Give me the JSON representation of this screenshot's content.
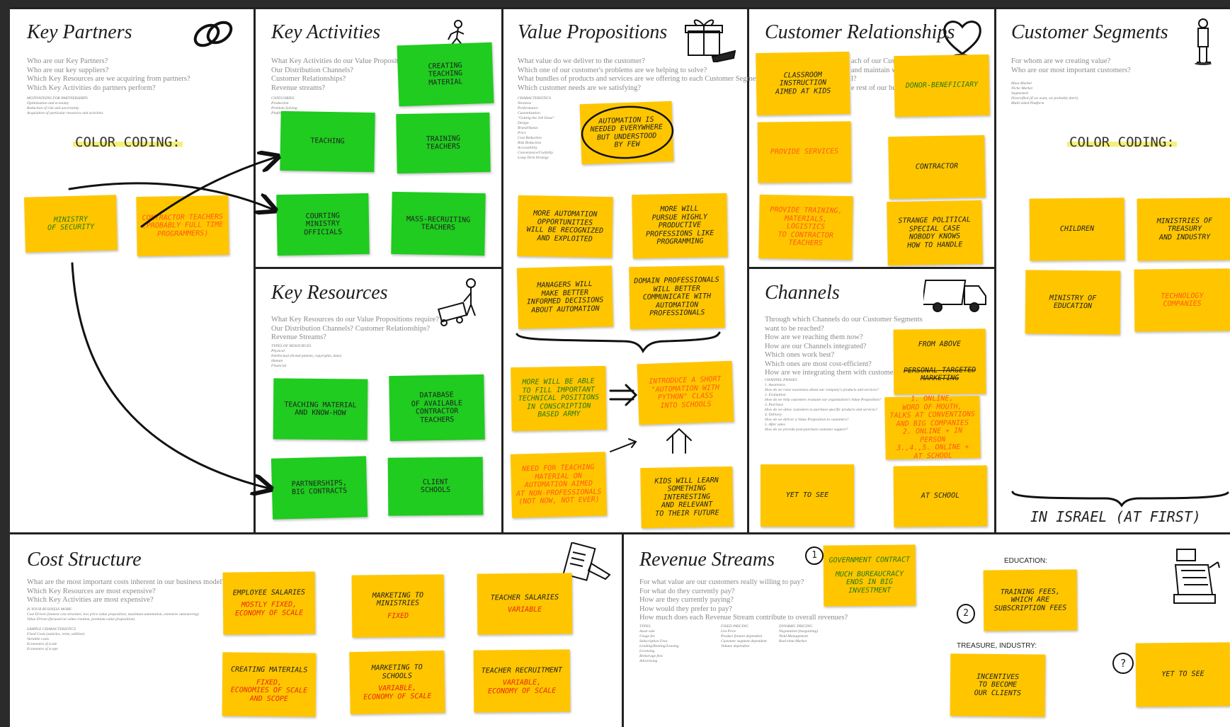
{
  "blocks": {
    "key_partners": {
      "title": "Key Partners",
      "questions": "Who are our Key Partners?\nWho are our key suppliers?\nWhich Key Resources are we acquiring from partners?\nWhich Key Activities do partners perform?",
      "small": "MOTIVATIONS FOR PARTNERSHIPS\nOptimization and economy\nReduction of risk and uncertainty\nAcquisition of particular resources and activities",
      "color_coding": "COLOR CODING:"
    },
    "key_activities": {
      "title": "Key Activities",
      "questions": "What Key Activities do our Value Propositions re\nOur Distribution Channels?\nCustomer Relationships?\nRevenue streams?",
      "small": "CATEGORIES\nProduction\nProblem Solving\nPlatform/Network"
    },
    "value_propositions": {
      "title": "Value Propositions",
      "questions": "What value do we deliver to the customer?\nWhich one of our customer's problems are we helping to solve?\nWhat bundles of products and services are we offering to each Customer Segment?\nWhich customer needs are we satisfying?",
      "small": "CHARACTERISTICS\nNewness\nPerformance\nCustomization\n\"Getting the Job Done\"\nDesign\nBrand/Status\nPrice\nCost Reduction\nRisk Reduction\nAccessibility\nConvenience/Usability\nLong-Term Strategy"
    },
    "customer_relationships": {
      "title": "Customer Relationships",
      "questions": "ach of our Customer\nand maintain wi\nl?\ne rest of our busi"
    },
    "customer_segments": {
      "title": "Customer Segments",
      "questions": "For whom are we creating value?\nWho are our most important customers?",
      "small": "Mass Market\nNiche Market\nSegmented\nDiversified    (if we want, we probably don't)\nMulti-sided Platform",
      "color_coding": "COLOR CODING:"
    },
    "key_resources": {
      "title": "Key Resources",
      "questions": "What Key Resources do our Value Propositions require?\nOur Distribution Channels? Customer Relationships?\nRevenue Streams?",
      "small": "TYPES OF RESOURCES\nPhysical\nIntellectual (brand patents, copyrights, data)\nHuman\nFinancial"
    },
    "channels": {
      "title": "Channels",
      "questions": "Through which Channels do our Customer Segments\nwant to be reached?\nHow are we reaching them now?\nHow are our Channels integrated?\nWhich ones work best?\nWhich ones are most cost-efficient?\nHow are we integrating them with customer ro",
      "small": "CHANNEL PHASES\n1. Awareness\n   How do we raise awareness about our company's products and services?\n2. Evaluation\n   How do we help customers evaluate our organization's Value Proposition?\n3. Purchase\n   How do we allow customers to purchase specific products and services?\n4. Delivery\n   How do we deliver a Value Proposition to customers?\n5. After sales\n   How do we provide post-purchase customer support?"
    },
    "cost_structure": {
      "title": "Cost Structure",
      "questions": "What are the most important costs inherent in our business model?\nWhich Key Resources are most expensive?\nWhich Key Activities are most expensive?",
      "small": "IS YOUR BUSINESS MORE:\nCost Driven (leanest cost structure, low price value proposition, maximum automation, extensive outsourcing)\nValue Driven (focused on value creation, premium value proposition)\n\nSAMPLE CHARACTERISTICS\nFixed Costs (salaries, rents, utilities)\nVariable costs\nEconomies of scale\nEconomies of scope"
    },
    "revenue_streams": {
      "title": "Revenue Streams",
      "questions": "For what value are our customers really willing to pay?\nFor what do they currently pay?\nHow are they currently paying?\nHow would they prefer to pay?\nHow much does each Revenue Stream contribute to overall revenues?",
      "small_types": "TYPES\nAsset sale\nUsage fee\nSubscription Fees\nLending/Renting/Leasing\nLicensing\nBrokerage fees\nAdvertising",
      "small_fixed": "FIXED PRICING\nList Price\nProduct feature dependent\nCustomer segment dependent\nVolume dependent",
      "small_dynamic": "DYNAMIC PRICING\nNegotiation (bargaining)\nYield Management\nReal-time-Market"
    }
  },
  "notes": {
    "kp_ministry_security": "MINISTRY\nOF SECURITY",
    "kp_contractor_teachers": "CONTRACTOR TEACHERS\n(PROBABLY FULL TIME\nPROGRAMMERS)",
    "ka_creating_material": "CREATING\nTEACHING\nMATERIAL",
    "ka_teaching": "TEACHING",
    "ka_training_teachers": "TRAINING\nTEACHERS",
    "ka_courting": "COURTING\nMINISTRY\nOFFICIALS",
    "ka_mass_recruiting": "MASS-RECRUITING\nTEACHERS",
    "kr_teaching_material": "TEACHING MATERIAL\nAND KNOW-HOW",
    "kr_database": "DATABASE\nOF AVAILABLE\nCONTRACTOR\nTEACHERS",
    "kr_partnerships": "PARTNERSHIPS,\nBIG CONTRACTS",
    "kr_client_schools": "CLIENT\nSCHOOLS",
    "vp_automation_needed": "AUTOMATION IS\nNEEDED EVERYWHERE\nBUT UNDERSTOOD\nBY FEW",
    "vp_more_opportunities": "MORE AUTOMATION\nOPPORTUNITIES\nWILL BE RECOGNIZED\nAND EXPLOITED",
    "vp_pursue_professions": "MORE WILL\nPURSUE HIGHLY\nPRODUCTIVE\nPROFESSIONS LIKE\nPROGRAMMING",
    "vp_managers": "MANAGERS WILL\nMAKE BETTER\nINFORMED DECISIONS\nABOUT AUTOMATION",
    "vp_domain_pros": "DOMAIN PROFESSIONALS\nWILL BETTER\nCOMMUNICATE WITH\nAUTOMATION\nPROFESSIONALS",
    "vp_more_able": "MORE WILL BE ABLE\nTO FILL IMPORTANT\nTECHNICAL POSITIONS\nIN CONSCRIPTION\nBASED ARMY",
    "vp_intro_class": "INTRODUCE A SHORT\n\"AUTOMATION WITH\nPYTHON\" CLASS\nINTO SCHOOLS",
    "vp_need_teaching": "NEED FOR TEACHING\nMATERIAL ON\nAUTOMATION AIMED\nAT NON-PROFESSIONALS\n(NOT NOW, NOT EVER)",
    "vp_kids_learn": "KIDS WILL LEARN\nSOMETHING\nINTERESTING\nAND RELEVANT\nTO THEIR FUTURE",
    "cr_classroom": "CLASSROOM\nINSTRUCTION\nAIMED AT KIDS",
    "cr_donor": "DONOR-BENEFICIARY",
    "cr_provide_services": "PROVIDE SERVICES",
    "cr_contractor": "CONTRACTOR",
    "cr_provide_training": "PROVIDE TRAINING,\nMATERIALS, LOGISTICS\nTO CONTRACTOR\nTEACHERS",
    "cr_strange": "STRANGE POLITICAL\nSPECIAL CASE\nNOBODY KNOWS\nHOW TO HANDLE",
    "ch_from_above": "FROM ABOVE",
    "ch_personal": "PERSONAL-TARGETED\nMARKETING",
    "ch_online": "1. ONLINE,\nWORD OF MOUTH,\nTALKS AT CONVENTIONS\nAND BIG COMPANIES\n2. ONLINE + IN PERSON\n3.,4.,5. ONLINE +\nAT SCHOOL",
    "ch_yet_to_see": "YET TO SEE",
    "ch_at_school": "AT SCHOOL",
    "cs_children": "CHILDREN",
    "cs_ministries": "MINISTRIES OF\nTREASURY\nAND INDUSTRY",
    "cs_ministry_edu": "MINISTRY OF\nEDUCATION",
    "cs_tech": "TECHNOLOGY\nCOMPANIES",
    "cost_emp_title": "EMPLOYEE SALARIES",
    "cost_emp_sub": "MOSTLY FIXED,\nECONOMY OF SCALE",
    "cost_mkt_min_title": "MARKETING TO\nMINISTRIES",
    "cost_mkt_min_sub": "FIXED",
    "cost_teacher_sal_title": "TEACHER SALARIES",
    "cost_teacher_sal_sub": "VARIABLE",
    "cost_creating_title": "CREATING MATERIALS",
    "cost_creating_sub": "FIXED,\nECONOMIES OF SCALE\nAND SCOPE",
    "cost_mkt_sch_title": "MARKETING TO\nSCHOOLS",
    "cost_mkt_sch_sub": "VARIABLE,\nECONOMY OF SCALE",
    "cost_recruit_title": "TEACHER RECRUITMENT",
    "cost_recruit_sub": "VARIABLE,\nECONOMY OF SCALE",
    "rev_gov_title": "GOVERNMENT CONTRACT",
    "rev_gov_sub": "MUCH BUREAUCRACY\nENDS IN BIG\nINVESTMENT",
    "rev_training_fees": "TRAINING FEES,\nWHICH ARE\nSUBSCRIPTION FEES",
    "rev_incentives": "INCENTIVES\nTO BECOME\nOUR CLIENTS",
    "rev_yet_to_see": "YET TO SEE"
  },
  "labels": {
    "in_israel": "IN ISRAEL (AT FIRST)",
    "education": "EDUCATION:",
    "treasure_industry": "TREASURE, INDUSTRY:",
    "num1": "1",
    "num2": "2",
    "num3": "?"
  },
  "colors": {
    "yellow": "#ffc600",
    "green": "#1fcc1f",
    "red_text": "#e8280c",
    "orange_text": "#ff5a14",
    "dark_green_text": "#2a7a10"
  },
  "icons": {
    "key_partners": "chain-links-icon",
    "key_activities": "worker-icon",
    "value_propositions": "gift-box-icon",
    "customer_relationships": "heart-icon",
    "customer_segments": "person-icon",
    "key_resources": "forklift-worker-icon",
    "channels": "delivery-truck-icon",
    "cost_structure": "receipt-icon",
    "revenue_streams": "cash-register-icon"
  }
}
